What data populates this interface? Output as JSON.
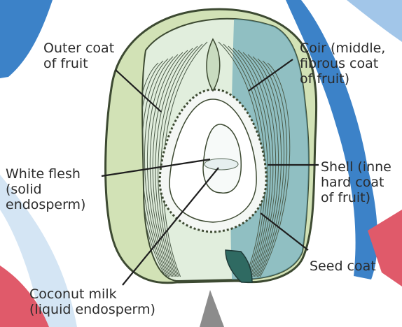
{
  "labels": {
    "outer_coat": [
      "Outer coat",
      "of fruit"
    ],
    "coir": [
      "Coir (middle,",
      "fibrous coat",
      "of fruit)"
    ],
    "white_flesh": [
      "White flesh",
      "(solid",
      "endosperm)"
    ],
    "shell": [
      "Shell (inne",
      "hard coat",
      "of fruit)"
    ],
    "seed_coat": [
      "Seed coat"
    ],
    "coconut_milk": [
      "Coconut milk",
      "(liquid endosperm)"
    ]
  },
  "colors": {
    "outer_husk": "#d2e2b6",
    "fiber": "#e1eedd",
    "fiber_shaded": "#5aa0b0",
    "shell": "#f4f7f4",
    "cavity": "#ffffff",
    "background_blue": "#3c82c8",
    "background_red": "#e05a6a",
    "leader_line": "#1e1e1e",
    "text": "#2b2b2b"
  }
}
